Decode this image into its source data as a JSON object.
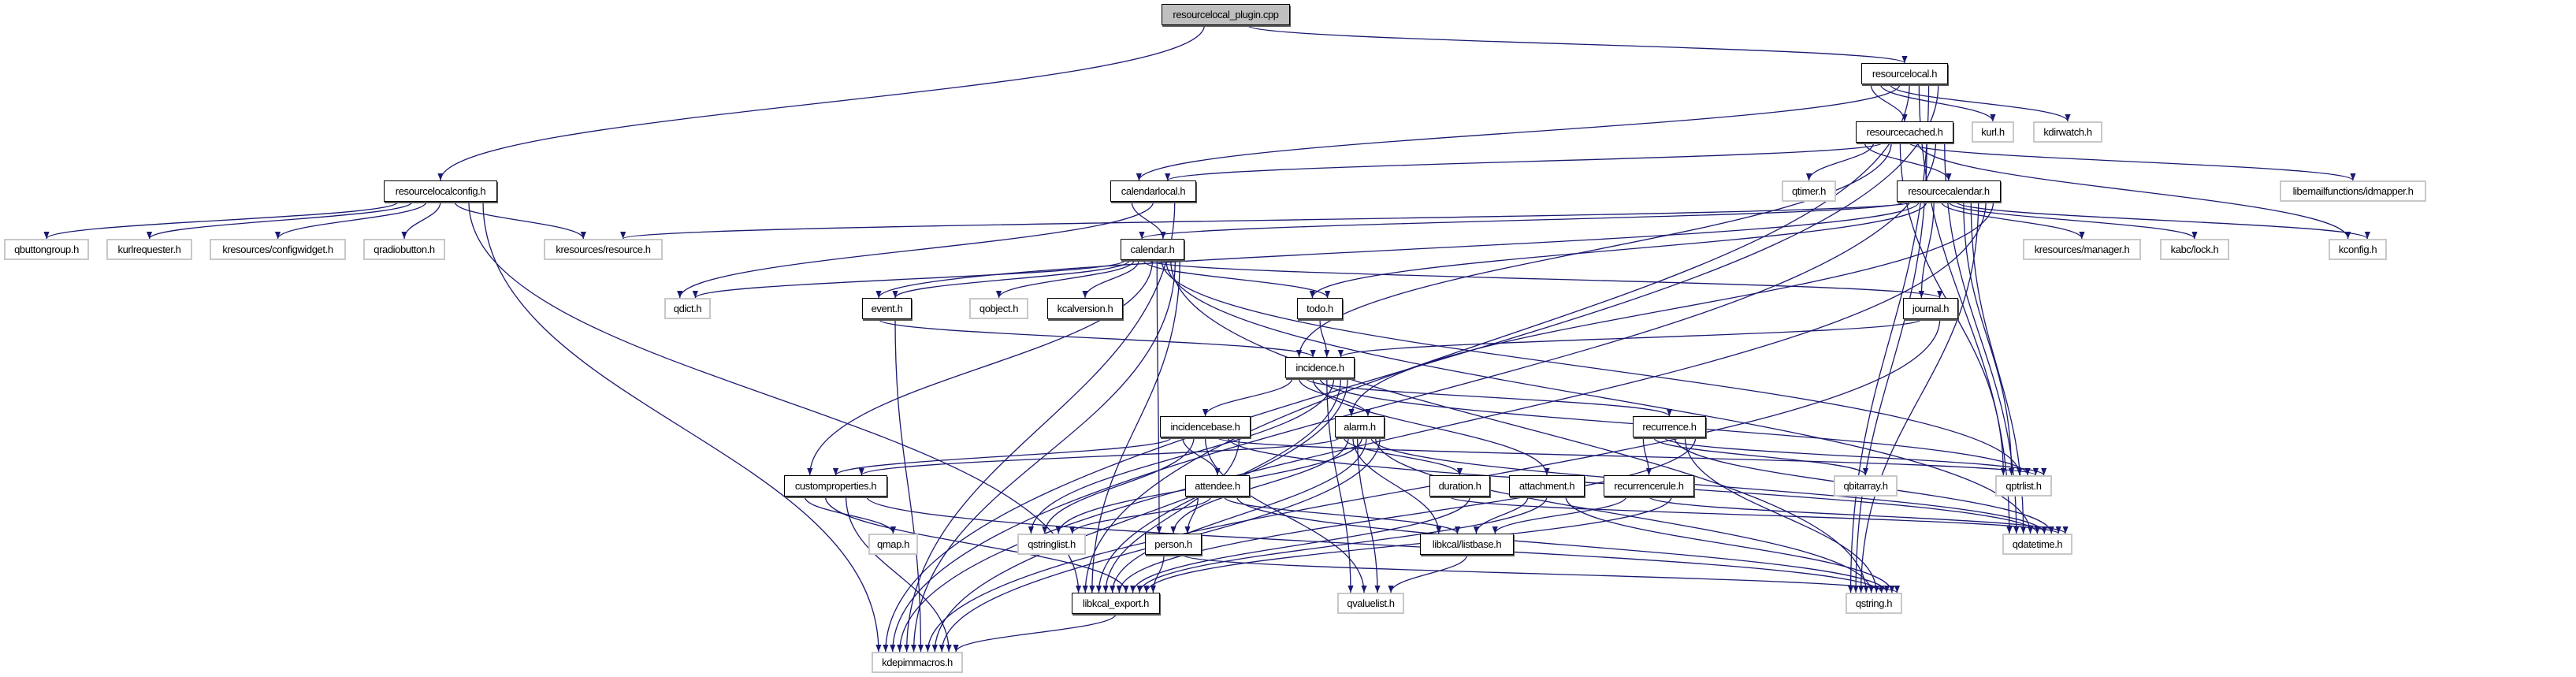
{
  "graph": {
    "edge_color": "#191970",
    "nodes": [
      {
        "id": "plugin",
        "label": "resourcelocal_plugin.cpp",
        "kind": "root"
      },
      {
        "id": "resourcelocal",
        "label": "resourcelocal.h",
        "kind": "doc"
      },
      {
        "id": "resourcecached",
        "label": "resourcecached.h",
        "kind": "doc"
      },
      {
        "id": "kurl",
        "label": "kurl.h",
        "kind": "ext"
      },
      {
        "id": "kdirwatch",
        "label": "kdirwatch.h",
        "kind": "ext"
      },
      {
        "id": "resourcelocalconfig",
        "label": "resourcelocalconfig.h",
        "kind": "doc"
      },
      {
        "id": "calendarlocal",
        "label": "calendarlocal.h",
        "kind": "doc"
      },
      {
        "id": "qtimer",
        "label": "qtimer.h",
        "kind": "ext"
      },
      {
        "id": "resourcecalendar",
        "label": "resourcecalendar.h",
        "kind": "doc"
      },
      {
        "id": "idmapper",
        "label": "libemailfunctions/idmapper.h",
        "kind": "ext"
      },
      {
        "id": "qbuttongroup",
        "label": "qbuttongroup.h",
        "kind": "ext"
      },
      {
        "id": "kurlrequester",
        "label": "kurlrequester.h",
        "kind": "ext"
      },
      {
        "id": "configwidget",
        "label": "kresources/configwidget.h",
        "kind": "ext"
      },
      {
        "id": "qradiobutton",
        "label": "qradiobutton.h",
        "kind": "ext"
      },
      {
        "id": "resource",
        "label": "kresources/resource.h",
        "kind": "ext"
      },
      {
        "id": "calendar",
        "label": "calendar.h",
        "kind": "doc"
      },
      {
        "id": "manager",
        "label": "kresources/manager.h",
        "kind": "ext"
      },
      {
        "id": "lock",
        "label": "kabc/lock.h",
        "kind": "ext"
      },
      {
        "id": "kconfig",
        "label": "kconfig.h",
        "kind": "ext"
      },
      {
        "id": "qdict",
        "label": "qdict.h",
        "kind": "ext"
      },
      {
        "id": "event",
        "label": "event.h",
        "kind": "doc"
      },
      {
        "id": "qobject",
        "label": "qobject.h",
        "kind": "ext"
      },
      {
        "id": "kcalversion",
        "label": "kcalversion.h",
        "kind": "doc"
      },
      {
        "id": "todo",
        "label": "todo.h",
        "kind": "doc"
      },
      {
        "id": "journal",
        "label": "journal.h",
        "kind": "doc"
      },
      {
        "id": "incidence",
        "label": "incidence.h",
        "kind": "doc"
      },
      {
        "id": "incidencebase",
        "label": "incidencebase.h",
        "kind": "doc"
      },
      {
        "id": "alarm",
        "label": "alarm.h",
        "kind": "doc"
      },
      {
        "id": "recurrence",
        "label": "recurrence.h",
        "kind": "doc"
      },
      {
        "id": "customproperties",
        "label": "customproperties.h",
        "kind": "doc"
      },
      {
        "id": "attendee",
        "label": "attendee.h",
        "kind": "doc"
      },
      {
        "id": "duration",
        "label": "duration.h",
        "kind": "doc"
      },
      {
        "id": "attachment",
        "label": "attachment.h",
        "kind": "doc"
      },
      {
        "id": "recurrencerule",
        "label": "recurrencerule.h",
        "kind": "doc"
      },
      {
        "id": "qbitarray",
        "label": "qbitarray.h",
        "kind": "ext"
      },
      {
        "id": "qptrlist",
        "label": "qptrlist.h",
        "kind": "ext"
      },
      {
        "id": "qmap",
        "label": "qmap.h",
        "kind": "ext"
      },
      {
        "id": "qstringlist",
        "label": "qstringlist.h",
        "kind": "ext"
      },
      {
        "id": "person",
        "label": "person.h",
        "kind": "doc"
      },
      {
        "id": "listbase",
        "label": "libkcal/listbase.h",
        "kind": "doc"
      },
      {
        "id": "qdatetime",
        "label": "qdatetime.h",
        "kind": "ext"
      },
      {
        "id": "libkcal_export",
        "label": "libkcal_export.h",
        "kind": "doc"
      },
      {
        "id": "qvaluelist",
        "label": "qvaluelist.h",
        "kind": "ext"
      },
      {
        "id": "qstring",
        "label": "qstring.h",
        "kind": "ext"
      },
      {
        "id": "kdepimmacros",
        "label": "kdepimmacros.h",
        "kind": "ext"
      }
    ],
    "edges": [
      [
        "plugin",
        "resourcelocalconfig"
      ],
      [
        "plugin",
        "resourcelocal"
      ],
      [
        "resourcelocalconfig",
        "qbuttongroup"
      ],
      [
        "resourcelocalconfig",
        "kurlrequester"
      ],
      [
        "resourcelocalconfig",
        "configwidget"
      ],
      [
        "resourcelocalconfig",
        "qradiobutton"
      ],
      [
        "resourcelocalconfig",
        "resource"
      ],
      [
        "resourcelocalconfig",
        "libkcal_export"
      ],
      [
        "resourcelocalconfig",
        "kdepimmacros"
      ],
      [
        "resourcelocal",
        "resourcecached"
      ],
      [
        "resourcelocal",
        "kurl"
      ],
      [
        "resourcelocal",
        "kdirwatch"
      ],
      [
        "resourcelocal",
        "calendarlocal"
      ],
      [
        "resourcelocal",
        "libkcal_export"
      ],
      [
        "resourcelocal",
        "qdatetime"
      ],
      [
        "resourcelocal",
        "qstring"
      ],
      [
        "resourcelocal",
        "kdepimmacros"
      ],
      [
        "resourcecached",
        "resourcecalendar"
      ],
      [
        "resourcecached",
        "qtimer"
      ],
      [
        "resourcecached",
        "calendarlocal"
      ],
      [
        "resourcecached",
        "incidence"
      ],
      [
        "resourcecached",
        "qptrlist"
      ],
      [
        "resourcecached",
        "idmapper"
      ],
      [
        "resourcecached",
        "kconfig"
      ],
      [
        "resourcecached",
        "qstring"
      ],
      [
        "resourcecached",
        "kdepimmacros"
      ],
      [
        "resourcecached",
        "qdatetime"
      ],
      [
        "resourcecalendar",
        "calendar"
      ],
      [
        "resourcecalendar",
        "resource"
      ],
      [
        "resourcecalendar",
        "event"
      ],
      [
        "resourcecalendar",
        "todo"
      ],
      [
        "resourcecalendar",
        "journal"
      ],
      [
        "resourcecalendar",
        "manager"
      ],
      [
        "resourcecalendar",
        "lock"
      ],
      [
        "resourcecalendar",
        "kconfig"
      ],
      [
        "resourcecalendar",
        "qptrlist"
      ],
      [
        "resourcecalendar",
        "qdatetime"
      ],
      [
        "resourcecalendar",
        "qstring"
      ],
      [
        "resourcecalendar",
        "kdepimmacros"
      ],
      [
        "resourcecalendar",
        "alarm"
      ],
      [
        "calendarlocal",
        "calendar"
      ],
      [
        "calendarlocal",
        "qdict"
      ],
      [
        "calendarlocal",
        "kdepimmacros"
      ],
      [
        "calendar",
        "qdict"
      ],
      [
        "calendar",
        "event"
      ],
      [
        "calendar",
        "qobject"
      ],
      [
        "calendar",
        "kcalversion"
      ],
      [
        "calendar",
        "todo"
      ],
      [
        "calendar",
        "journal"
      ],
      [
        "calendar",
        "customproperties"
      ],
      [
        "calendar",
        "person"
      ],
      [
        "calendar",
        "qptrlist"
      ],
      [
        "calendar",
        "qdatetime"
      ],
      [
        "calendar",
        "qstring"
      ],
      [
        "calendar",
        "kdepimmacros"
      ],
      [
        "calendar",
        "libkcal_export"
      ],
      [
        "event",
        "incidence"
      ],
      [
        "event",
        "kdepimmacros"
      ],
      [
        "todo",
        "incidence"
      ],
      [
        "journal",
        "incidence"
      ],
      [
        "journal",
        "kdepimmacros"
      ],
      [
        "incidence",
        "incidencebase"
      ],
      [
        "incidence",
        "alarm"
      ],
      [
        "incidence",
        "recurrence"
      ],
      [
        "incidence",
        "attachment"
      ],
      [
        "incidence",
        "qptrlist"
      ],
      [
        "incidence",
        "qvaluelist"
      ],
      [
        "incidence",
        "qstringlist"
      ],
      [
        "incidence",
        "libkcal_export"
      ],
      [
        "incidence",
        "kdepimmacros"
      ],
      [
        "incidencebase",
        "customproperties"
      ],
      [
        "incidencebase",
        "attendee"
      ],
      [
        "incidencebase",
        "qstringlist"
      ],
      [
        "incidencebase",
        "qvaluelist"
      ],
      [
        "incidencebase",
        "qptrlist"
      ],
      [
        "incidencebase",
        "qdatetime"
      ],
      [
        "incidencebase",
        "libkcal_export"
      ],
      [
        "alarm",
        "customproperties"
      ],
      [
        "alarm",
        "duration"
      ],
      [
        "alarm",
        "person"
      ],
      [
        "alarm",
        "listbase"
      ],
      [
        "alarm",
        "qvaluelist"
      ],
      [
        "alarm",
        "qstringlist"
      ],
      [
        "alarm",
        "libkcal_export"
      ],
      [
        "alarm",
        "qdatetime"
      ],
      [
        "alarm",
        "qstring"
      ],
      [
        "alarm",
        "kdepimmacros"
      ],
      [
        "recurrence",
        "recurrencerule"
      ],
      [
        "recurrence",
        "qbitarray"
      ],
      [
        "recurrence",
        "qptrlist"
      ],
      [
        "recurrence",
        "qdatetime"
      ],
      [
        "recurrence",
        "qstring"
      ],
      [
        "recurrence",
        "libkcal_export"
      ],
      [
        "customproperties",
        "qmap"
      ],
      [
        "customproperties",
        "libkcal_export"
      ],
      [
        "customproperties",
        "kdepimmacros"
      ],
      [
        "customproperties",
        "qstring"
      ],
      [
        "attendee",
        "person"
      ],
      [
        "attendee",
        "qstringlist"
      ],
      [
        "attendee",
        "listbase"
      ],
      [
        "attendee",
        "qstring"
      ],
      [
        "duration",
        "qdatetime"
      ],
      [
        "duration",
        "libkcal_export"
      ],
      [
        "attachment",
        "listbase"
      ],
      [
        "attachment",
        "libkcal_export"
      ],
      [
        "attachment",
        "qstring"
      ],
      [
        "recurrencerule",
        "listbase"
      ],
      [
        "recurrencerule",
        "qdatetime"
      ],
      [
        "recurrencerule",
        "libkcal_export"
      ],
      [
        "person",
        "libkcal_export"
      ],
      [
        "person",
        "qstring"
      ],
      [
        "listbase",
        "qvaluelist"
      ],
      [
        "libkcal_export",
        "kdepimmacros"
      ]
    ]
  }
}
